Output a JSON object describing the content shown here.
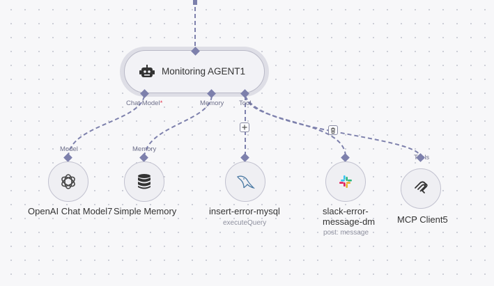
{
  "agent": {
    "title": "Monitoring AGENT1",
    "icon": "robot-icon"
  },
  "ports": {
    "chat_model": "Chat Model",
    "chat_model_required": "*",
    "memory": "Memory",
    "tool": "Tool"
  },
  "nodes": [
    {
      "title": "OpenAI Chat Model7",
      "input_label": "Model",
      "icon": "openai-icon"
    },
    {
      "title": "Simple Memory",
      "input_label": "Memory",
      "icon": "database-icon"
    },
    {
      "title": "insert-error-mysql",
      "subtitle": "executeQuery",
      "icon": "mysql-icon"
    },
    {
      "title_line1": "slack-error-",
      "title_line2": "message-dm",
      "subtitle": "post: message",
      "icon": "slack-icon"
    },
    {
      "title": "MCP Client5",
      "input_label": "Tools",
      "icon": "mcp-icon"
    }
  ],
  "colors": {
    "edge": "#7d80ac",
    "port": "#7d80ac",
    "required": "#e0344c"
  }
}
